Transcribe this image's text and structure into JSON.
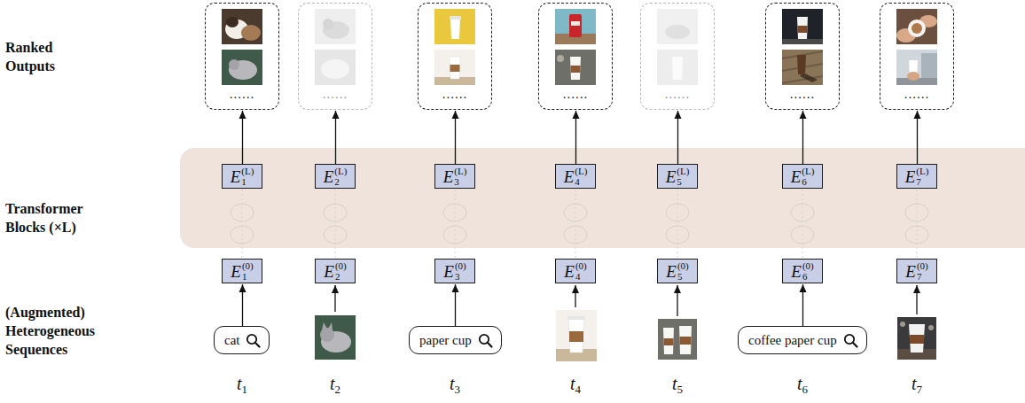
{
  "diagram": {
    "nodes": [
      {
        "text": [
          "......"
        ]
      },
      {
        "text": [
          "......"
        ]
      },
      {
        "text": [
          "......"
        ]
      },
      {
        "text": [
          "......"
        ]
      },
      {
        "text": [
          "......"
        ]
      },
      {
        "text": [
          "......"
        ]
      },
      {
        "text": [
          "......"
        ]
      },
      {
        "text": [
          "E",
          "1",
          "(L)"
        ]
      },
      {
        "text": [
          "E",
          "2",
          "(L)"
        ]
      },
      {
        "text": [
          "E",
          "3",
          "(L)"
        ]
      },
      {
        "text": [
          "E",
          "4",
          "(L)"
        ]
      },
      {
        "text": [
          "E",
          "5",
          "(L)"
        ]
      },
      {
        "text": [
          "E",
          "6",
          "(L)"
        ]
      },
      {
        "text": [
          "E",
          "7",
          "(L)"
        ]
      },
      {
        "text": [
          "E",
          "1",
          "(0)"
        ]
      },
      {
        "text": [
          "E",
          "2",
          "(0)"
        ]
      },
      {
        "text": [
          "E",
          "3",
          "(0)"
        ]
      },
      {
        "text": [
          "E",
          "4",
          "(0)"
        ]
      },
      {
        "text": [
          "E",
          "5",
          "(0)"
        ]
      },
      {
        "text": [
          "E",
          "6",
          "(0)"
        ]
      },
      {
        "text": [
          "E",
          "7",
          "(0)"
        ]
      },
      {
        "text": [
          "cat"
        ]
      },
      {
        "text": [
          "paper cup"
        ]
      },
      {
        "text": [
          "coffee paper cup"
        ]
      }
    ],
    "edges": [
      {
        "from": 7,
        "to": 0,
        "arrow": "to"
      },
      {
        "from": 8,
        "to": 1,
        "arrow": "to"
      },
      {
        "from": 9,
        "to": 2,
        "arrow": "to"
      },
      {
        "from": 10,
        "to": 3,
        "arrow": "to"
      },
      {
        "from": 11,
        "to": 4,
        "arrow": "to"
      },
      {
        "from": 12,
        "to": 5,
        "arrow": "to"
      },
      {
        "from": 13,
        "to": 6,
        "arrow": "to"
      },
      {
        "from": 21,
        "to": 14,
        "arrow": "to"
      },
      {
        "from": 22,
        "to": 16,
        "arrow": "to"
      },
      {
        "from": 23,
        "to": 19,
        "arrow": "to"
      }
    ],
    "labels": [
      "Ranked Outputs",
      "Transformer Blocks (×L)",
      "(Augmented) Heterogeneous Sequences",
      "t",
      "1",
      "t",
      "2",
      "t",
      "3",
      "t",
      "4",
      "t",
      "5",
      "t",
      "6",
      "t",
      "7"
    ]
  }
}
